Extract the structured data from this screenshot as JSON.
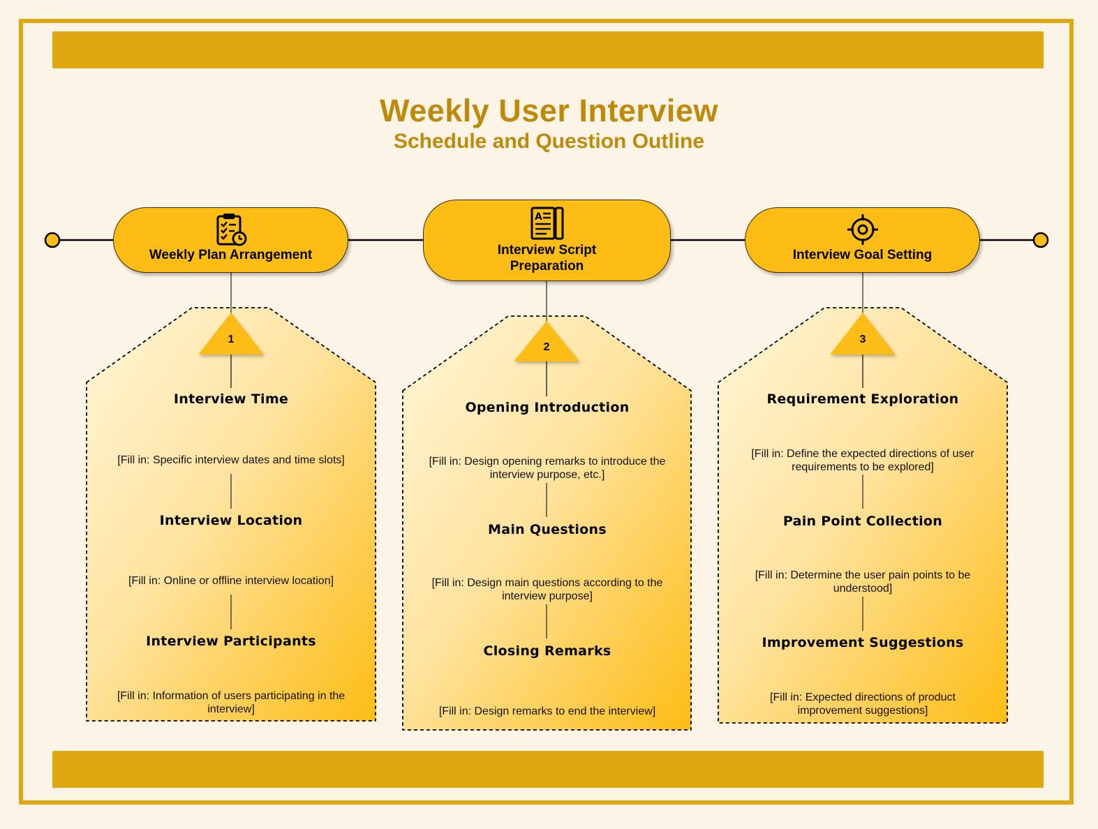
{
  "title": "Weekly User Interview",
  "subtitle": "Schedule and Question Outline",
  "colors": {
    "accent": "#fdbd14",
    "band": "#e0a810",
    "title": "#bf8a0a",
    "background": "#fdf4e8"
  },
  "stages": [
    {
      "number": "1",
      "label": "Weekly Plan Arrangement",
      "icon": "clipboard-clock-icon",
      "items": [
        {
          "heading": "Interview Time",
          "desc": "[Fill in: Specific interview dates and time slots]"
        },
        {
          "heading": "Interview Location",
          "desc": "[Fill in: Online or offline interview location]"
        },
        {
          "heading": "Interview Participants",
          "desc": "[Fill in: Information of users participating in the interview]"
        }
      ]
    },
    {
      "number": "2",
      "label": "Interview Script Preparation",
      "icon": "script-book-icon",
      "items": [
        {
          "heading": "Opening Introduction",
          "desc": "[Fill in: Design opening remarks to introduce the interview purpose, etc.]"
        },
        {
          "heading": "Main Questions",
          "desc": "[Fill in: Design main questions according to the interview purpose]"
        },
        {
          "heading": "Closing Remarks",
          "desc": "[Fill in: Design remarks to end the interview]"
        }
      ]
    },
    {
      "number": "3",
      "label": "Interview Goal Setting",
      "icon": "target-icon",
      "items": [
        {
          "heading": "Requirement Exploration",
          "desc": "[Fill in: Define the expected directions of user requirements to be explored]"
        },
        {
          "heading": "Pain Point Collection",
          "desc": "[Fill in: Determine the user pain points to be understood]"
        },
        {
          "heading": "Improvement Suggestions",
          "desc": "[Fill in: Expected directions of product improvement suggestions]"
        }
      ]
    }
  ]
}
